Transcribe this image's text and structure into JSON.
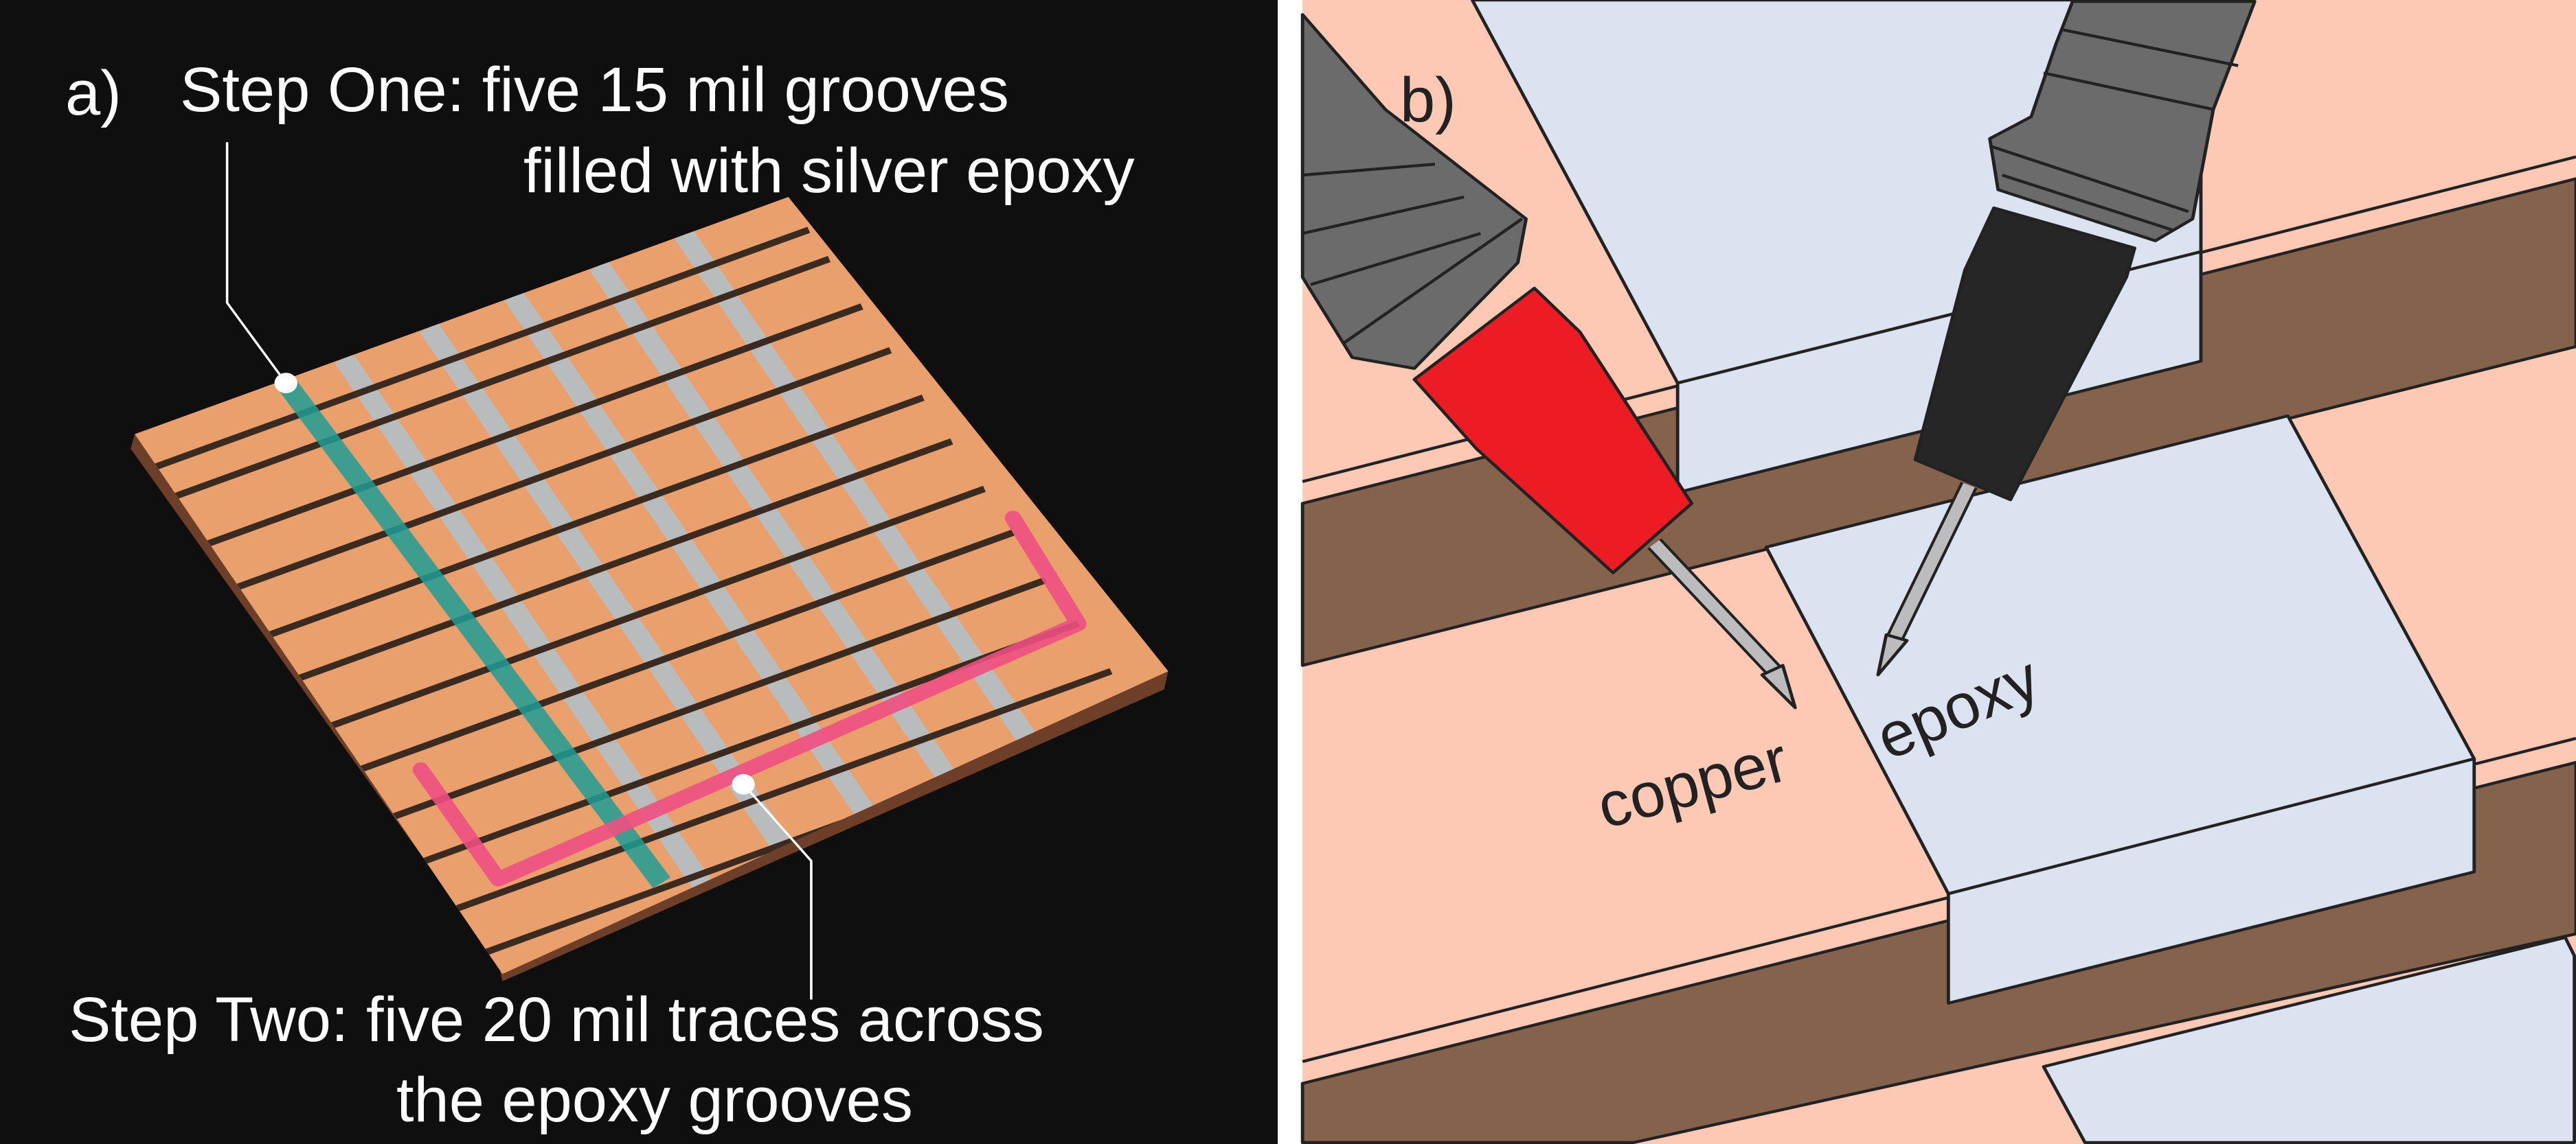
{
  "panel_a": {
    "label": "a)",
    "step_one": {
      "line1": "Step One: five 15 mil grooves",
      "line2": "filled with silver epoxy"
    },
    "step_two": {
      "line1": "Step Two: five 20 mil traces across",
      "line2": "the epoxy grooves"
    },
    "colors": {
      "background": "#0f0f10",
      "copper": "#e9a06c",
      "groove": "#b9bcbc",
      "step_one_highlight": "#1f9e96",
      "step_two_highlight": "#ee4f82"
    }
  },
  "panel_b": {
    "label": "b)",
    "copper_label": "copper",
    "epoxy_label": "epoxy",
    "colors": {
      "copper_surface": "#fdc8b4",
      "substrate": "#84624b",
      "epoxy": "#dae3ef",
      "red_probe": "#ec1c24",
      "black_probe": "#262626",
      "probe_grip": "#6b6b6b",
      "probe_needle": "#bcbcbe"
    }
  }
}
